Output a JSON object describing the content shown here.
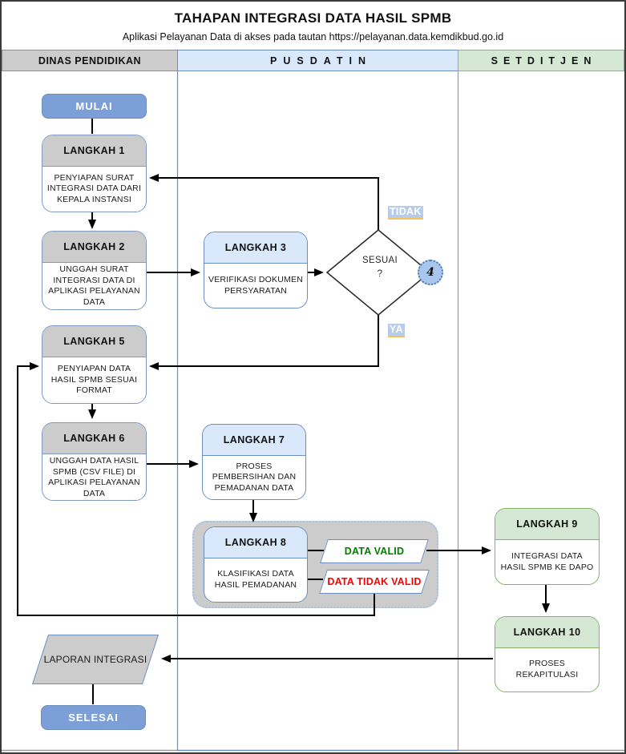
{
  "title": "TAHAPAN INTEGRASI DATA HASIL SPMB",
  "subtitle": "Aplikasi Pelayanan Data di akses pada tautan https://pelayanan.data.kemdikbud.go.id",
  "lanes": [
    {
      "label": "DINAS PENDIDIKAN"
    },
    {
      "label": "PUSDATIN"
    },
    {
      "label": "SETDITJEN"
    }
  ],
  "start_label": "MULAI",
  "end_label": "SELESAI",
  "steps": [
    {
      "title": "LANGKAH 1",
      "body": "PENYIAPAN SURAT INTEGRASI DATA DARI KEPALA INSTANSI"
    },
    {
      "title": "LANGKAH 2",
      "body": "UNGGAH SURAT INTEGRASI DATA DI APLIKASI PELAYANAN DATA"
    },
    {
      "title": "LANGKAH 3",
      "body": "VERIFIKASI DOKUMEN PERSYARATAN"
    },
    {
      "title": "LANGKAH 5",
      "body": "PENYIAPAN DATA HASIL SPMB SESUAI FORMAT"
    },
    {
      "title": "LANGKAH 6",
      "body": "UNGGAH DATA HASIL SPMB (CSV FILE) DI APLIKASI PELAYANAN DATA"
    },
    {
      "title": "LANGKAH 7",
      "body": "PROSES PEMBERSIHAN DAN PEMADANAN DATA"
    },
    {
      "title": "LANGKAH 8",
      "body": "KLASIFIKASI DATA HASIL PEMADANAN"
    },
    {
      "title": "LANGKAH 9",
      "body": "INTEGRASI DATA HASIL SPMB KE DAPO"
    },
    {
      "title": "LANGKAH 10",
      "body": "PROSES REKAPITULASI"
    }
  ],
  "decision": {
    "line1": "SESUAI",
    "line2": "?"
  },
  "branch_labels": {
    "no": "TIDAK",
    "yes": "YA"
  },
  "connector_badge": "4",
  "outputs": {
    "valid": "DATA VALID",
    "invalid": "DATA TIDAK VALID",
    "report": "LAPORAN INTEGRASI"
  },
  "colors": {
    "lane_gray": "#cccccc",
    "lane_blue": "#dae8fc",
    "lane_green": "#d5e8d4",
    "node_blue": "#7d9fd8",
    "border_blue": "#6c8ebf",
    "border_green": "#82b366",
    "valid_text": "#008000",
    "invalid_text": "#ff0000",
    "branch_highlight": "#b7cce9",
    "branch_underline": "#f5c05a"
  }
}
